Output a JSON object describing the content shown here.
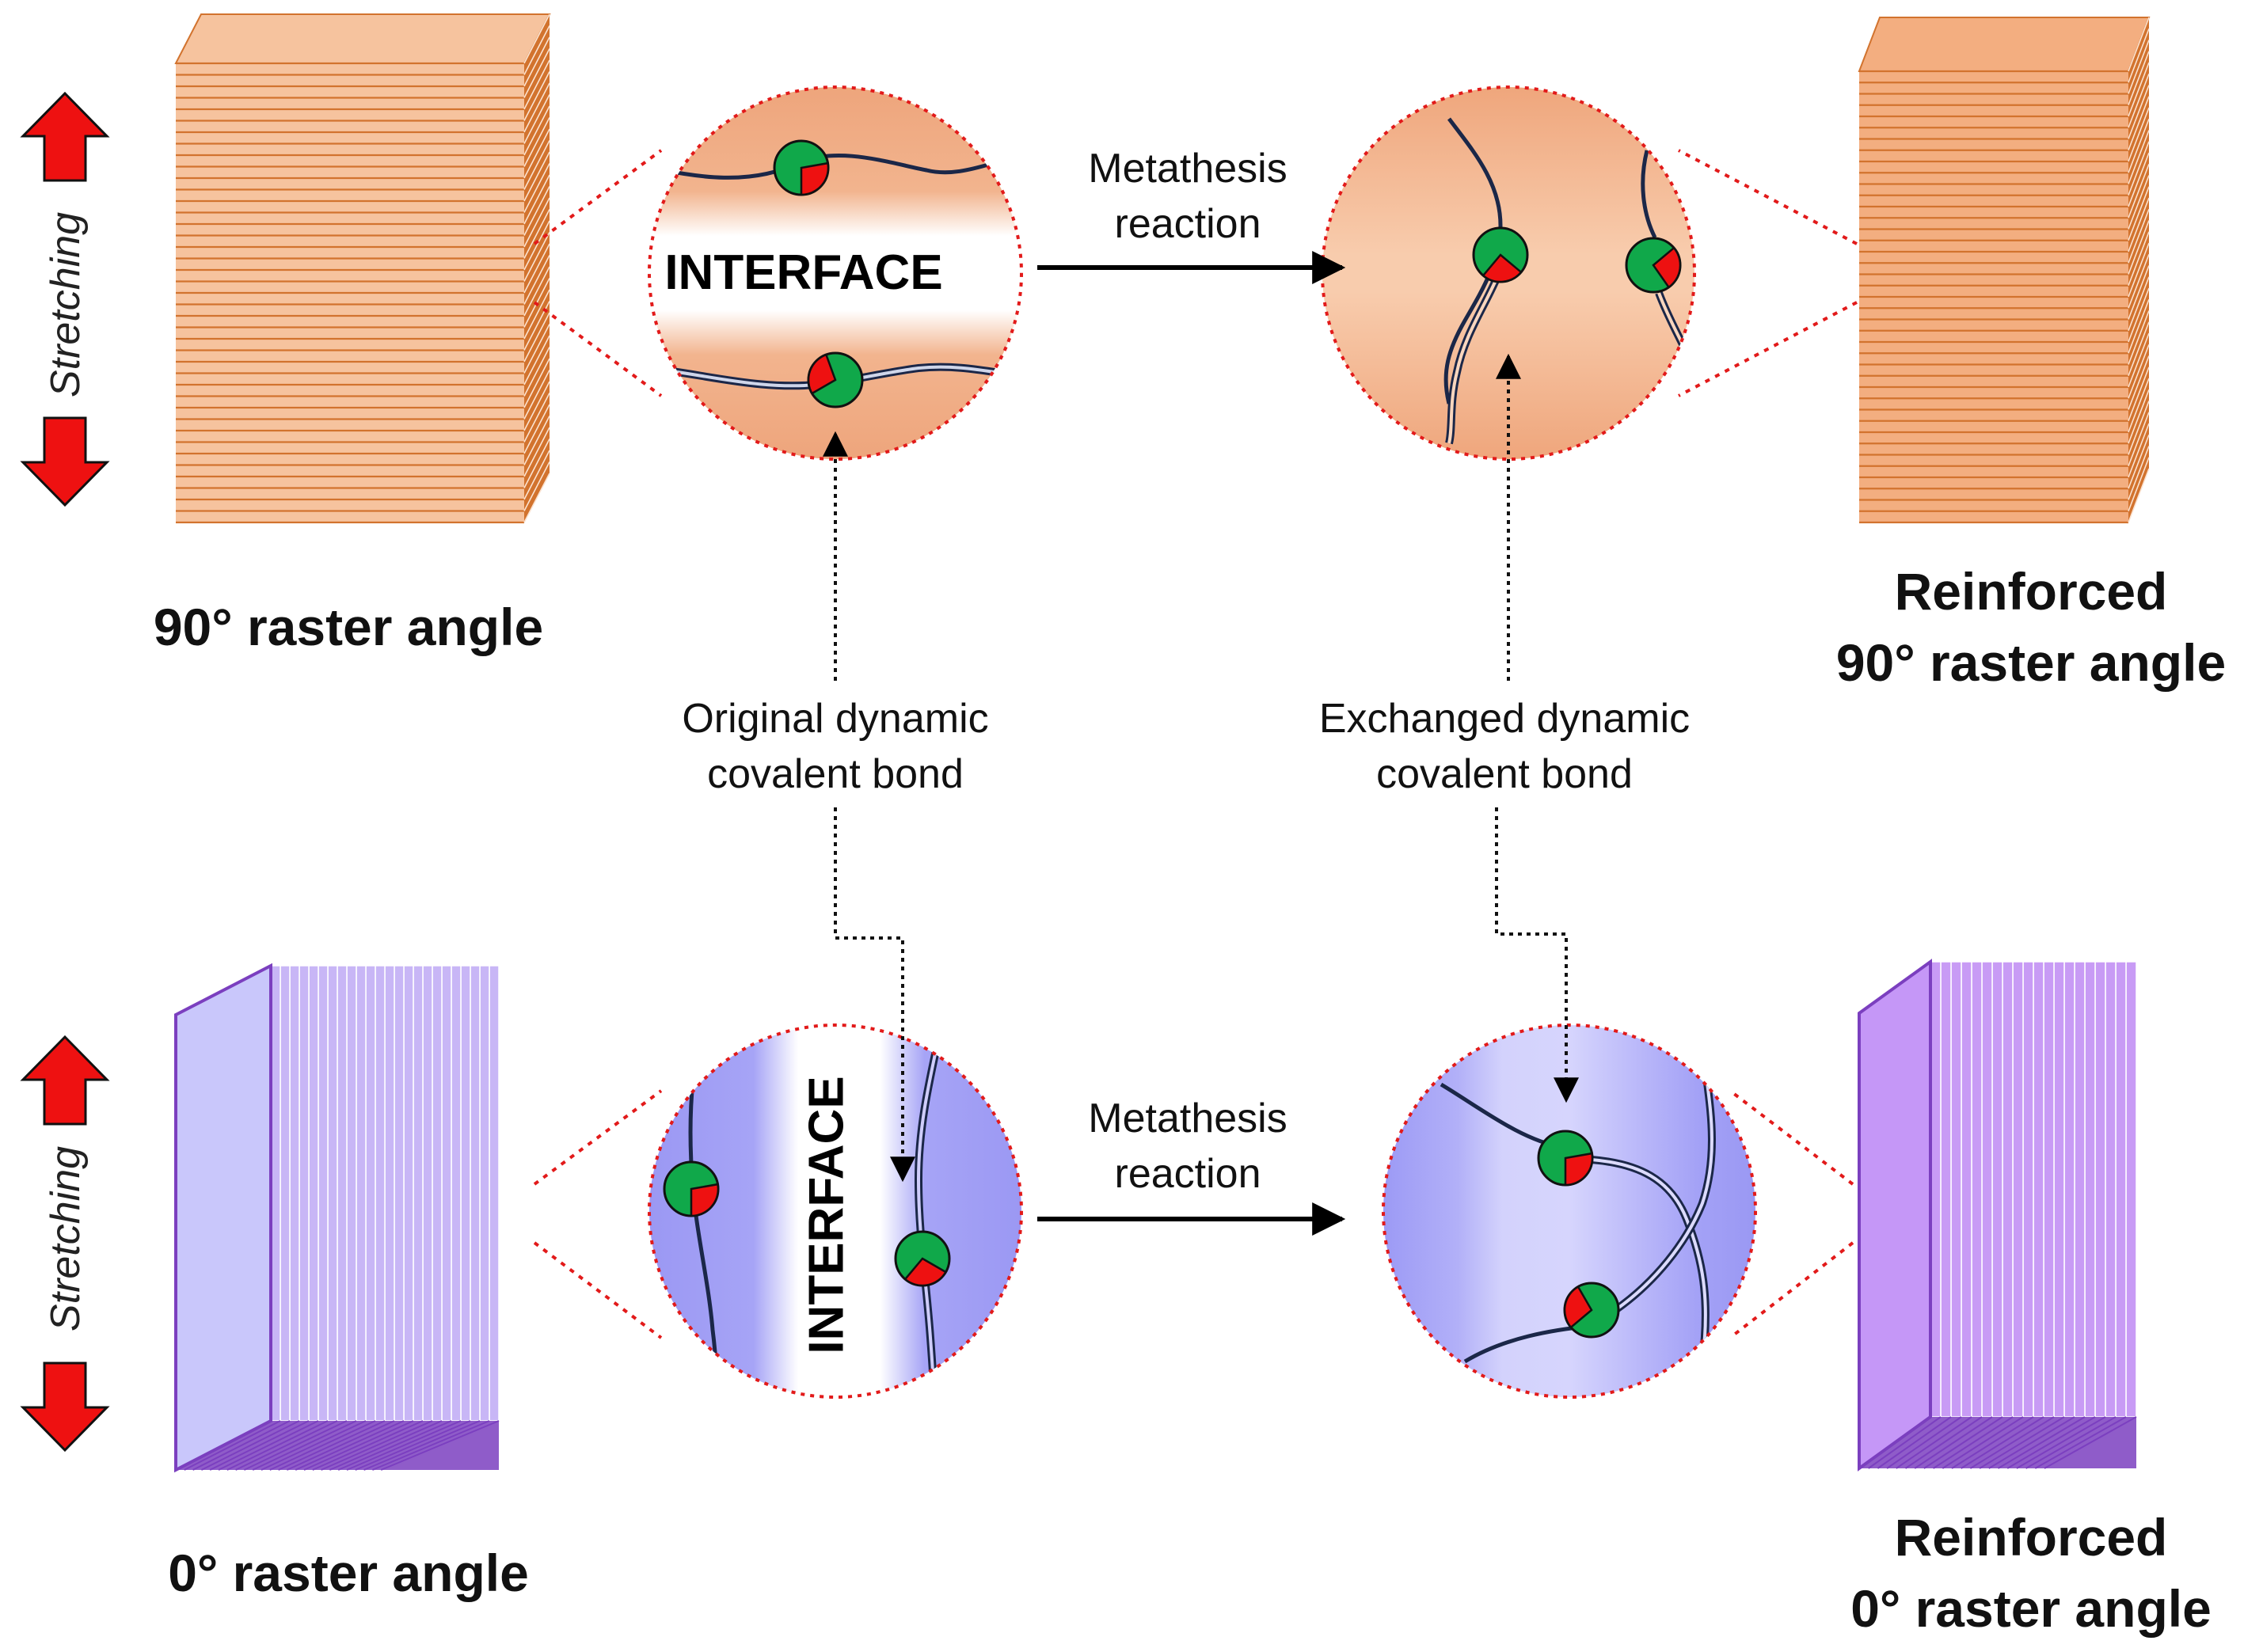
{
  "labels": {
    "stretching_top": "Stretching",
    "stretching_bottom": "Stretching",
    "interface_top": "INTERFACE",
    "interface_bottom": "INTERFACE",
    "metathesis_top_line1": "Metathesis",
    "metathesis_top_line2": "reaction",
    "metathesis_bottom_line1": "Metathesis",
    "metathesis_bottom_line2": "reaction",
    "original_bond_line1": "Original dynamic",
    "original_bond_line2": "covalent bond",
    "exchanged_bond_line1": "Exchanged dynamic",
    "exchanged_bond_line2": "covalent bond",
    "raster_90": "90° raster angle",
    "raster_0": "0° raster angle",
    "reinforced_90_line1": "Reinforced",
    "reinforced_90_line2": "90° raster angle",
    "reinforced_0_line1": "Reinforced",
    "reinforced_0_line2": "0° raster angle"
  },
  "colors": {
    "orange_face": "#f6c39e",
    "orange_edge": "#d2732e",
    "orange_circle": "#f0b085",
    "purple_face": "#c9c7fb",
    "purple_edge": "#7b3fbf",
    "purple_circle": "#9e9cf5",
    "reinforced_purple": "#c597f7",
    "node_green": "#10a84a",
    "node_red": "#ee1111",
    "arrow_red": "#ee1111",
    "dotted_red": "#e21a1a"
  },
  "icons": {
    "stretch_arrow": "double-red-arrow-icon",
    "bond_node": "green-red-pie-node-icon"
  }
}
